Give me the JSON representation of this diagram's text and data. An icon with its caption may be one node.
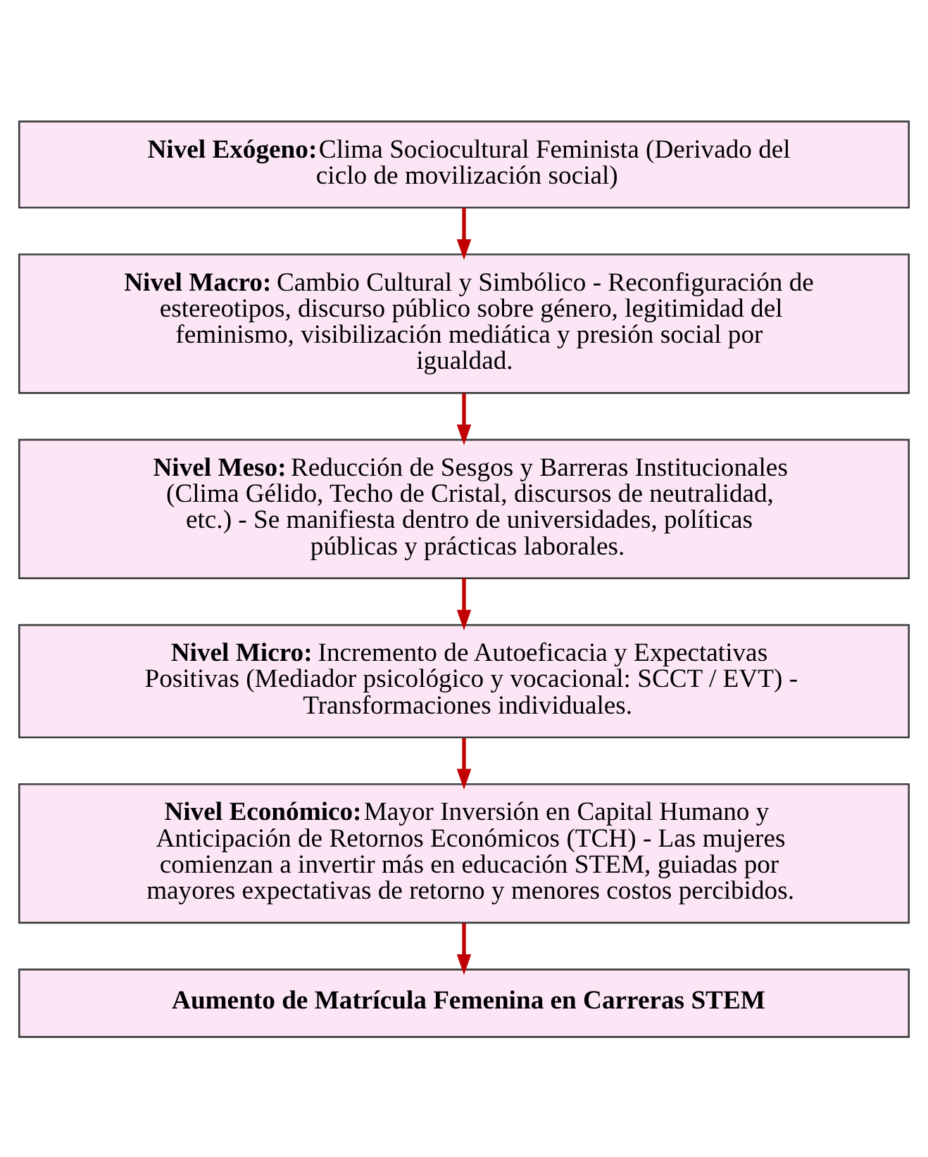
{
  "diagram": {
    "nodes": [
      {
        "text": [
          "Nivel Exógeno:",
          "Clima Sociocultural Feminista (Derivado del ciclo de movilización social)"
        ]
      },
      {
        "text": [
          "Nivel Macro:",
          "Cambio Cultural y Simbólico - Reconfiguración de estereotipos, discurso público sobre género, legitimidad del feminismo, visibilización mediática y presión social por igualdad."
        ]
      },
      {
        "text": [
          "Nivel Meso:",
          "Reducción de Sesgos y Barreras Institucionales (Clima Gélido, Techo de Cristal, discursos de neutralidad, etc.) - Se manifiesta dentro de universidades, políticas públicas y prácticas laborales."
        ]
      },
      {
        "text": [
          "Nivel Micro:",
          "Incremento de Autoeficacia y Expectativas Positivas (Mediador psicológico y vocacional: SCCT / EVT) - Transformaciones individuales."
        ]
      },
      {
        "text": [
          "Nivel Económico:",
          "Mayor Inversión en Capital Humano y Anticipación de Retornos Económicos (TCH) - Las mujeres comienzan a invertir más en educación STEM, guiadas por mayores expectativas de retorno y menores costos percibidos."
        ]
      },
      {
        "text": [
          "Aumento de Matrícula Femenina en Carreras STEM"
        ]
      }
    ],
    "edges": [
      {
        "from": 0,
        "to": 1,
        "arrow": "to"
      },
      {
        "from": 1,
        "to": 2,
        "arrow": "to"
      },
      {
        "from": 2,
        "to": 3,
        "arrow": "to"
      },
      {
        "from": 3,
        "to": 4,
        "arrow": "to"
      },
      {
        "from": 4,
        "to": 5,
        "arrow": "to"
      }
    ]
  }
}
